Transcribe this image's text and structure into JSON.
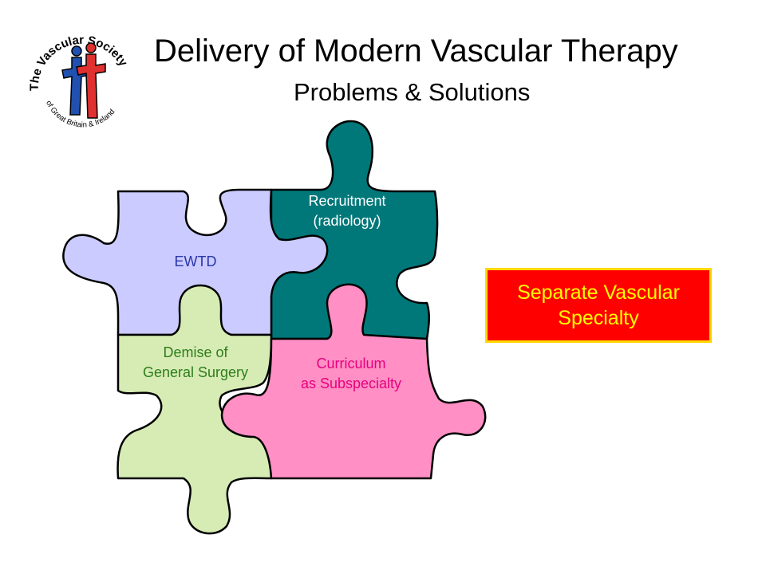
{
  "logo": {
    "name": "The Vascular Society",
    "subtext": "of Great Britain & Ireland",
    "colors": {
      "red": "#e03030",
      "blue": "#2050b0"
    }
  },
  "header": {
    "title": "Delivery of Modern Vascular Therapy",
    "subtitle": "Problems & Solutions"
  },
  "puzzle": {
    "pieces": [
      {
        "id": "ewtd",
        "label_lines": [
          "EWTD"
        ],
        "fill": "#cbcbff",
        "text_color": "#2a36a8"
      },
      {
        "id": "recruitment",
        "label_lines": [
          "Recruitment",
          "(radiology)"
        ],
        "fill": "#00787a",
        "text_color": "#ffffff"
      },
      {
        "id": "demise",
        "label_lines": [
          "Demise of",
          "General Surgery"
        ],
        "fill": "#d6ecb4",
        "text_color": "#2e7d1c"
      },
      {
        "id": "curriculum",
        "label_lines": [
          "Curriculum",
          "as Subspecialty"
        ],
        "fill": "#ff8fc4",
        "text_color": "#e6007e"
      }
    ]
  },
  "callout": {
    "lines": [
      "Separate Vascular",
      "Specialty"
    ],
    "background": "#ff0000",
    "border": "#ffd700",
    "text_color": "#ffff00"
  }
}
